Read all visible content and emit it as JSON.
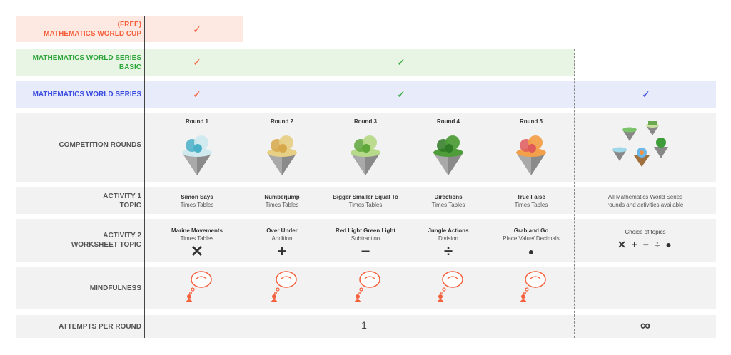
{
  "rows": {
    "free": {
      "label_line1": "(FREE)",
      "label_line2": "MATHEMATICS WORLD CUP"
    },
    "basic": {
      "label_line1": "MATHEMATICS WORLD SERIES",
      "label_line2": "BASIC"
    },
    "series": {
      "label": "MATHEMATICS WORLD SERIES"
    },
    "rounds": {
      "label": "COMPETITION ROUNDS"
    },
    "activity1": {
      "label_line1": "ACTIVITY 1",
      "label_line2": "TOPIC"
    },
    "activity2": {
      "label_line1": "ACTIVITY 2",
      "label_line2": "WORKSHEET TOPIC"
    },
    "mindfulness": {
      "label": "MINDFULNESS"
    },
    "attempts": {
      "label": "ATTEMPTS PER ROUND"
    }
  },
  "check": "✓",
  "colors": {
    "free": "#f5603c",
    "basic": "#2fa63b",
    "series": "#3a4ce0",
    "free_bg": "#fde9e2",
    "basic_bg": "#e9f5e4",
    "series_bg": "#e8ebfa",
    "grey_bg": "#f2f2f2"
  },
  "rounds": [
    {
      "title": "Round 1",
      "a1_title": "Simon Says",
      "a1_sub": "Times Tables",
      "a2_title": "Marine Movements",
      "a2_sub": "Times Tables",
      "op": "✕",
      "icon": "floating-island-ocean-icon"
    },
    {
      "title": "Round 2",
      "a1_title": "Numberjump",
      "a1_sub": "Times Tables",
      "a2_title": "Over Under",
      "a2_sub": "Addition",
      "op": "+",
      "icon": "floating-island-desert-icon"
    },
    {
      "title": "Round 3",
      "a1_title": "Bigger Smaller Equal To",
      "a1_sub": "Times Tables",
      "a2_title": "Red Light Green Light",
      "a2_sub": "Subtraction",
      "op": "−",
      "icon": "floating-island-grass-icon"
    },
    {
      "title": "Round 4",
      "a1_title": "Directions",
      "a1_sub": "Times Tables",
      "a2_title": "Jungle Actions",
      "a2_sub": "Division",
      "op": "÷",
      "icon": "floating-island-jungle-icon"
    },
    {
      "title": "Round 5",
      "a1_title": "True False",
      "a1_sub": "Times Tables",
      "a2_title": "Grab and Go",
      "a2_sub": "Place Value/ Decimals",
      "op": "●",
      "icon": "floating-island-space-icon"
    }
  ],
  "all_series": {
    "a1_line1": "All Mathematics World Series",
    "a1_line2": "rounds and activities available",
    "a2_title": "Choice of topics",
    "ops": "✕ + − ÷ ●",
    "icon": "island-cluster-icon"
  },
  "attempts": {
    "rounds_value": "1",
    "all_value": "∞"
  }
}
